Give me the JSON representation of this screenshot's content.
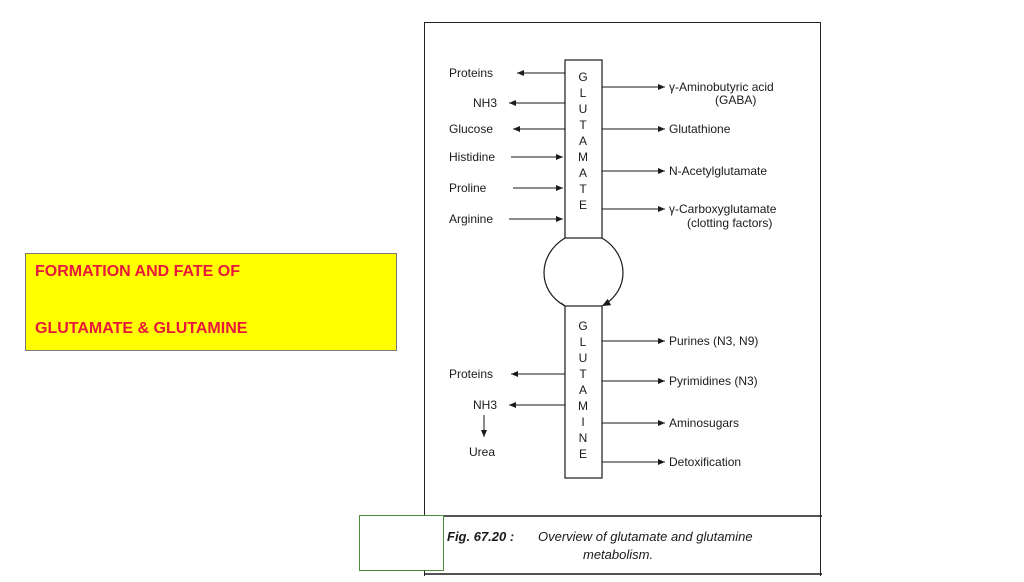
{
  "title": {
    "line1": "FORMATION AND FATE OF",
    "line2": "GLUTAMATE & GLUTAMINE"
  },
  "diagram": {
    "glutamate_letters": [
      "G",
      "L",
      "U",
      "T",
      "A",
      "M",
      "A",
      "T",
      "E"
    ],
    "glutamine_letters": [
      "G",
      "L",
      "U",
      "T",
      "A",
      "M",
      "I",
      "N",
      "E"
    ],
    "glutamate_outputs_left": [
      "Proteins",
      "NH3",
      "Glucose"
    ],
    "glutamate_inputs_left": [
      "Histidine",
      "Proline",
      "Arginine"
    ],
    "glutamate_right": [
      {
        "line1": "γ-Aminobutyric acid",
        "line2": "(GABA)"
      },
      {
        "line1": "Glutathione",
        "line2": ""
      },
      {
        "line1": "N-Acetylglutamate",
        "line2": ""
      },
      {
        "line1": "γ-Carboxyglutamate",
        "line2": "(clotting factors)"
      }
    ],
    "glutamine_left": [
      "Proteins",
      "NH3"
    ],
    "urea": "Urea",
    "glutamine_right": [
      "Purines (N3, N9)",
      "Pyrimidines (N3)",
      "Aminosugars",
      "Detoxification"
    ],
    "caption_fig": "Fig. 67.20 :",
    "caption_line1": "Overview of glutamate and glutamine",
    "caption_line2": "metabolism."
  }
}
